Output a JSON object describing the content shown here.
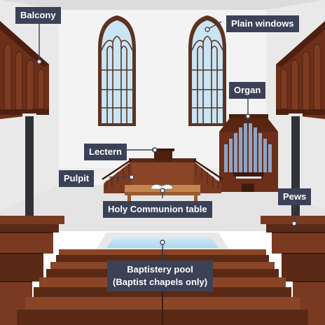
{
  "labels": {
    "balcony": "Balcony",
    "plain_windows": "Plain windows",
    "organ": "Organ",
    "lectern": "Lectern",
    "pulpit": "Pulpit",
    "pews": "Pews",
    "communion_table": "Holy Communion table",
    "baptistery_line1": "Baptistery pool",
    "baptistery_line2": "(Baptist chapels only)"
  },
  "colors": {
    "label_bg": "#3b4257",
    "label_text": "#ffffff",
    "wood_dark": "#5a2a17",
    "wood_mid": "#7a3a22",
    "wood_light": "#a0613a",
    "wall": "#f2f2f2",
    "pillar": "#2f3236",
    "window_glass": "#c9e4f3",
    "organ_pipes": "#8fa3c4",
    "pool_water": "#b8e1f3"
  }
}
